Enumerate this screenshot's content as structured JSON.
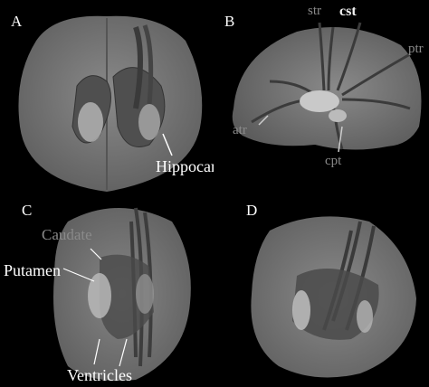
{
  "panels": {
    "a": {
      "label": "A"
    },
    "b": {
      "label": "B"
    },
    "c": {
      "label": "C"
    },
    "d": {
      "label": "D"
    }
  },
  "annotations": {
    "hippocampus": "Hippocampus",
    "str": "str",
    "cst": "cst",
    "ptr": "ptr",
    "atr": "atr",
    "cpt": "cpt",
    "caudate": "Caudate",
    "putamen": "Putamen",
    "ventricles": "Ventricles"
  },
  "colors": {
    "background": "#000000",
    "brain": "#7a7a7a",
    "fiber": "#4a4a4a",
    "label_white": "#ffffff",
    "label_gray": "#8a8a8a"
  }
}
